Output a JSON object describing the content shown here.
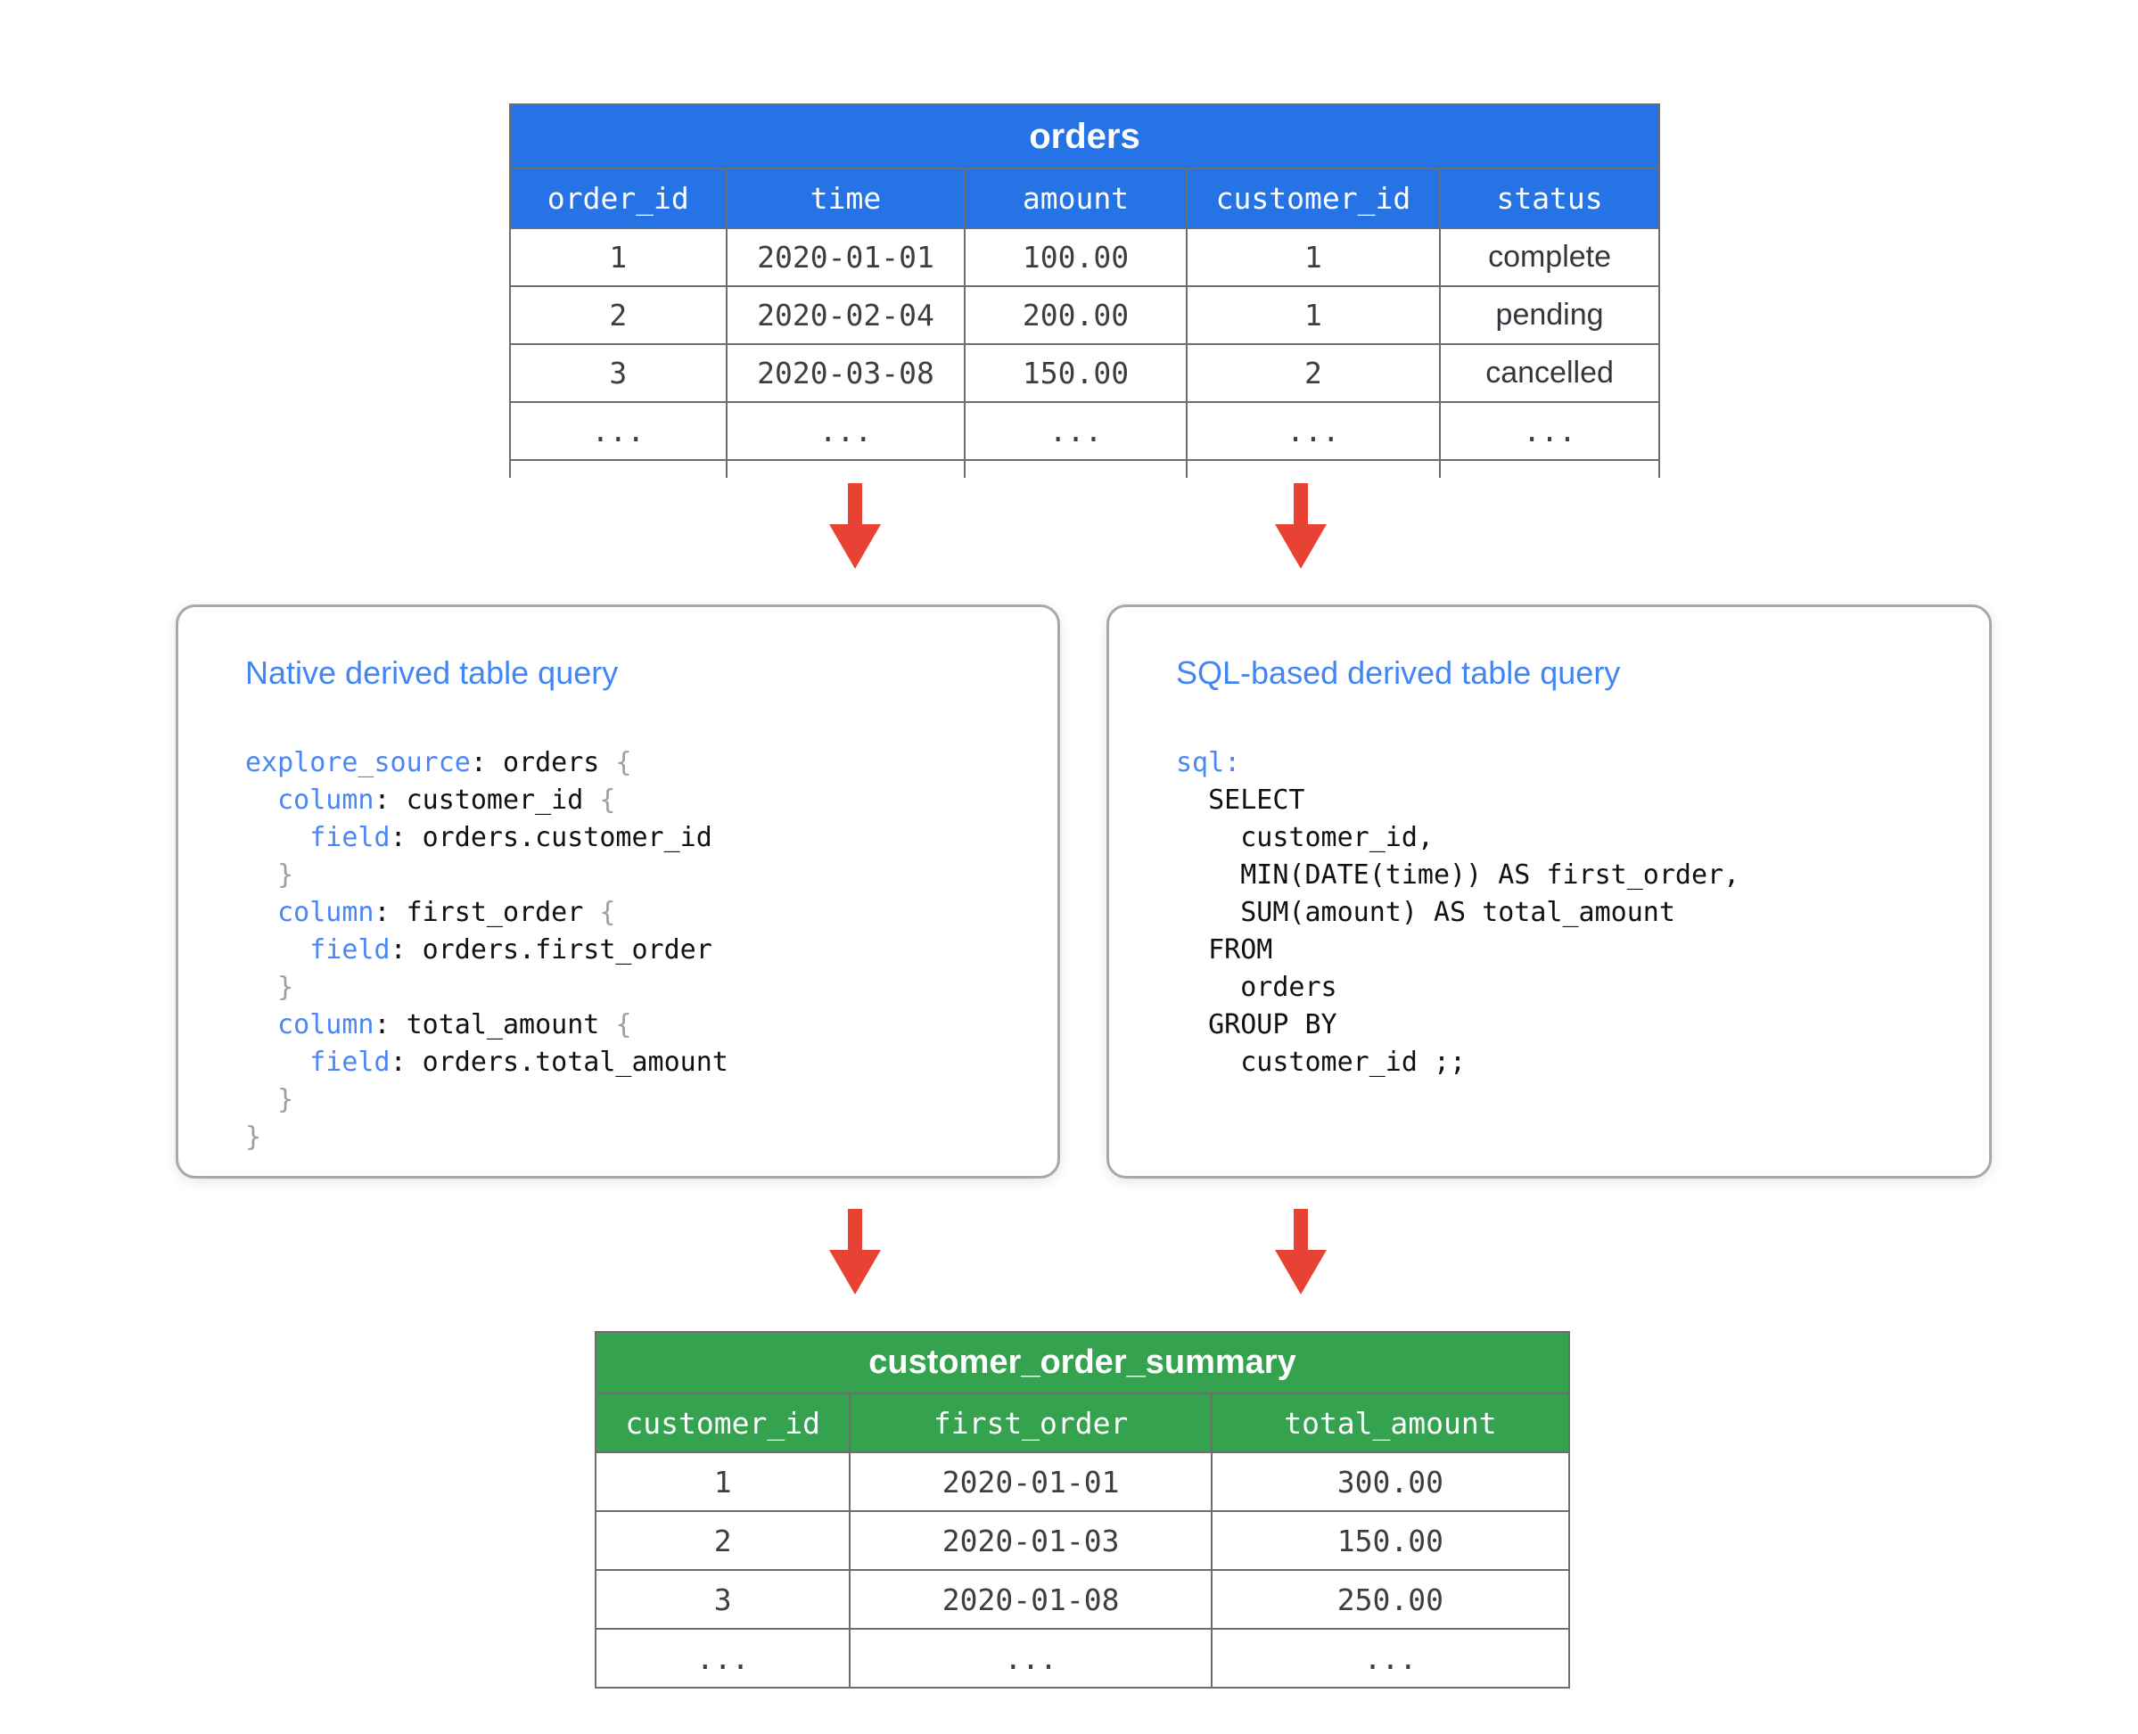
{
  "orders_table": {
    "title": "orders",
    "columns": [
      "order_id",
      "time",
      "amount",
      "customer_id",
      "status"
    ],
    "rows": [
      [
        "1",
        "2020-01-01",
        "100.00",
        "1",
        "complete"
      ],
      [
        "2",
        "2020-02-04",
        "200.00",
        "1",
        "pending"
      ],
      [
        "3",
        "2020-03-08",
        "150.00",
        "2",
        "cancelled"
      ],
      [
        "...",
        "...",
        "...",
        "...",
        "..."
      ]
    ]
  },
  "native_box": {
    "title": "Native derived table query",
    "code": [
      [
        {
          "t": "explore_source",
          "c": "kw"
        },
        {
          "t": ": orders ",
          "c": "plain"
        },
        {
          "t": "{",
          "c": "brace"
        }
      ],
      [
        {
          "t": "  ",
          "c": "plain"
        },
        {
          "t": "column",
          "c": "kw"
        },
        {
          "t": ": customer_id ",
          "c": "plain"
        },
        {
          "t": "{",
          "c": "brace"
        }
      ],
      [
        {
          "t": "    ",
          "c": "plain"
        },
        {
          "t": "field",
          "c": "kw"
        },
        {
          "t": ": orders.customer_id",
          "c": "plain"
        }
      ],
      [
        {
          "t": "  ",
          "c": "plain"
        },
        {
          "t": "}",
          "c": "brace"
        }
      ],
      [
        {
          "t": "  ",
          "c": "plain"
        },
        {
          "t": "column",
          "c": "kw"
        },
        {
          "t": ": first_order ",
          "c": "plain"
        },
        {
          "t": "{",
          "c": "brace"
        }
      ],
      [
        {
          "t": "    ",
          "c": "plain"
        },
        {
          "t": "field",
          "c": "kw"
        },
        {
          "t": ": orders.first_order",
          "c": "plain"
        }
      ],
      [
        {
          "t": "  ",
          "c": "plain"
        },
        {
          "t": "}",
          "c": "brace"
        }
      ],
      [
        {
          "t": "  ",
          "c": "plain"
        },
        {
          "t": "column",
          "c": "kw"
        },
        {
          "t": ": total_amount ",
          "c": "plain"
        },
        {
          "t": "{",
          "c": "brace"
        }
      ],
      [
        {
          "t": "    ",
          "c": "plain"
        },
        {
          "t": "field",
          "c": "kw"
        },
        {
          "t": ": orders.total_amount",
          "c": "plain"
        }
      ],
      [
        {
          "t": "  ",
          "c": "plain"
        },
        {
          "t": "}",
          "c": "brace"
        }
      ],
      [
        {
          "t": "}",
          "c": "brace"
        }
      ]
    ]
  },
  "sql_box": {
    "title": "SQL-based derived table query",
    "code": [
      [
        {
          "t": "sql:",
          "c": "kw"
        }
      ],
      [
        {
          "t": "  SELECT",
          "c": "plain"
        }
      ],
      [
        {
          "t": "    customer_id,",
          "c": "plain"
        }
      ],
      [
        {
          "t": "    MIN(DATE(time)) AS first_order,",
          "c": "plain"
        }
      ],
      [
        {
          "t": "    SUM(amount) AS total_amount",
          "c": "plain"
        }
      ],
      [
        {
          "t": "  FROM",
          "c": "plain"
        }
      ],
      [
        {
          "t": "    orders",
          "c": "plain"
        }
      ],
      [
        {
          "t": "  GROUP BY",
          "c": "plain"
        }
      ],
      [
        {
          "t": "    customer_id ;;",
          "c": "plain"
        }
      ]
    ]
  },
  "summary_table": {
    "title": "customer_order_summary",
    "columns": [
      "customer_id",
      "first_order",
      "total_amount"
    ],
    "rows": [
      [
        "1",
        "2020-01-01",
        "300.00"
      ],
      [
        "2",
        "2020-01-03",
        "150.00"
      ],
      [
        "3",
        "2020-01-08",
        "250.00"
      ],
      [
        "...",
        "...",
        "..."
      ]
    ]
  },
  "colors": {
    "orders_header_blue": "#2673e6",
    "summary_header_green": "#34a24e",
    "arrow_red": "#e84234",
    "title_keyword_blue": "#4285f4",
    "table_border_gray": "#6e6e6e",
    "box_border_gray": "#a8a8a8",
    "brace_gray": "#9aa0a6"
  },
  "icons": {
    "arrow_down": "red-down-arrow"
  }
}
